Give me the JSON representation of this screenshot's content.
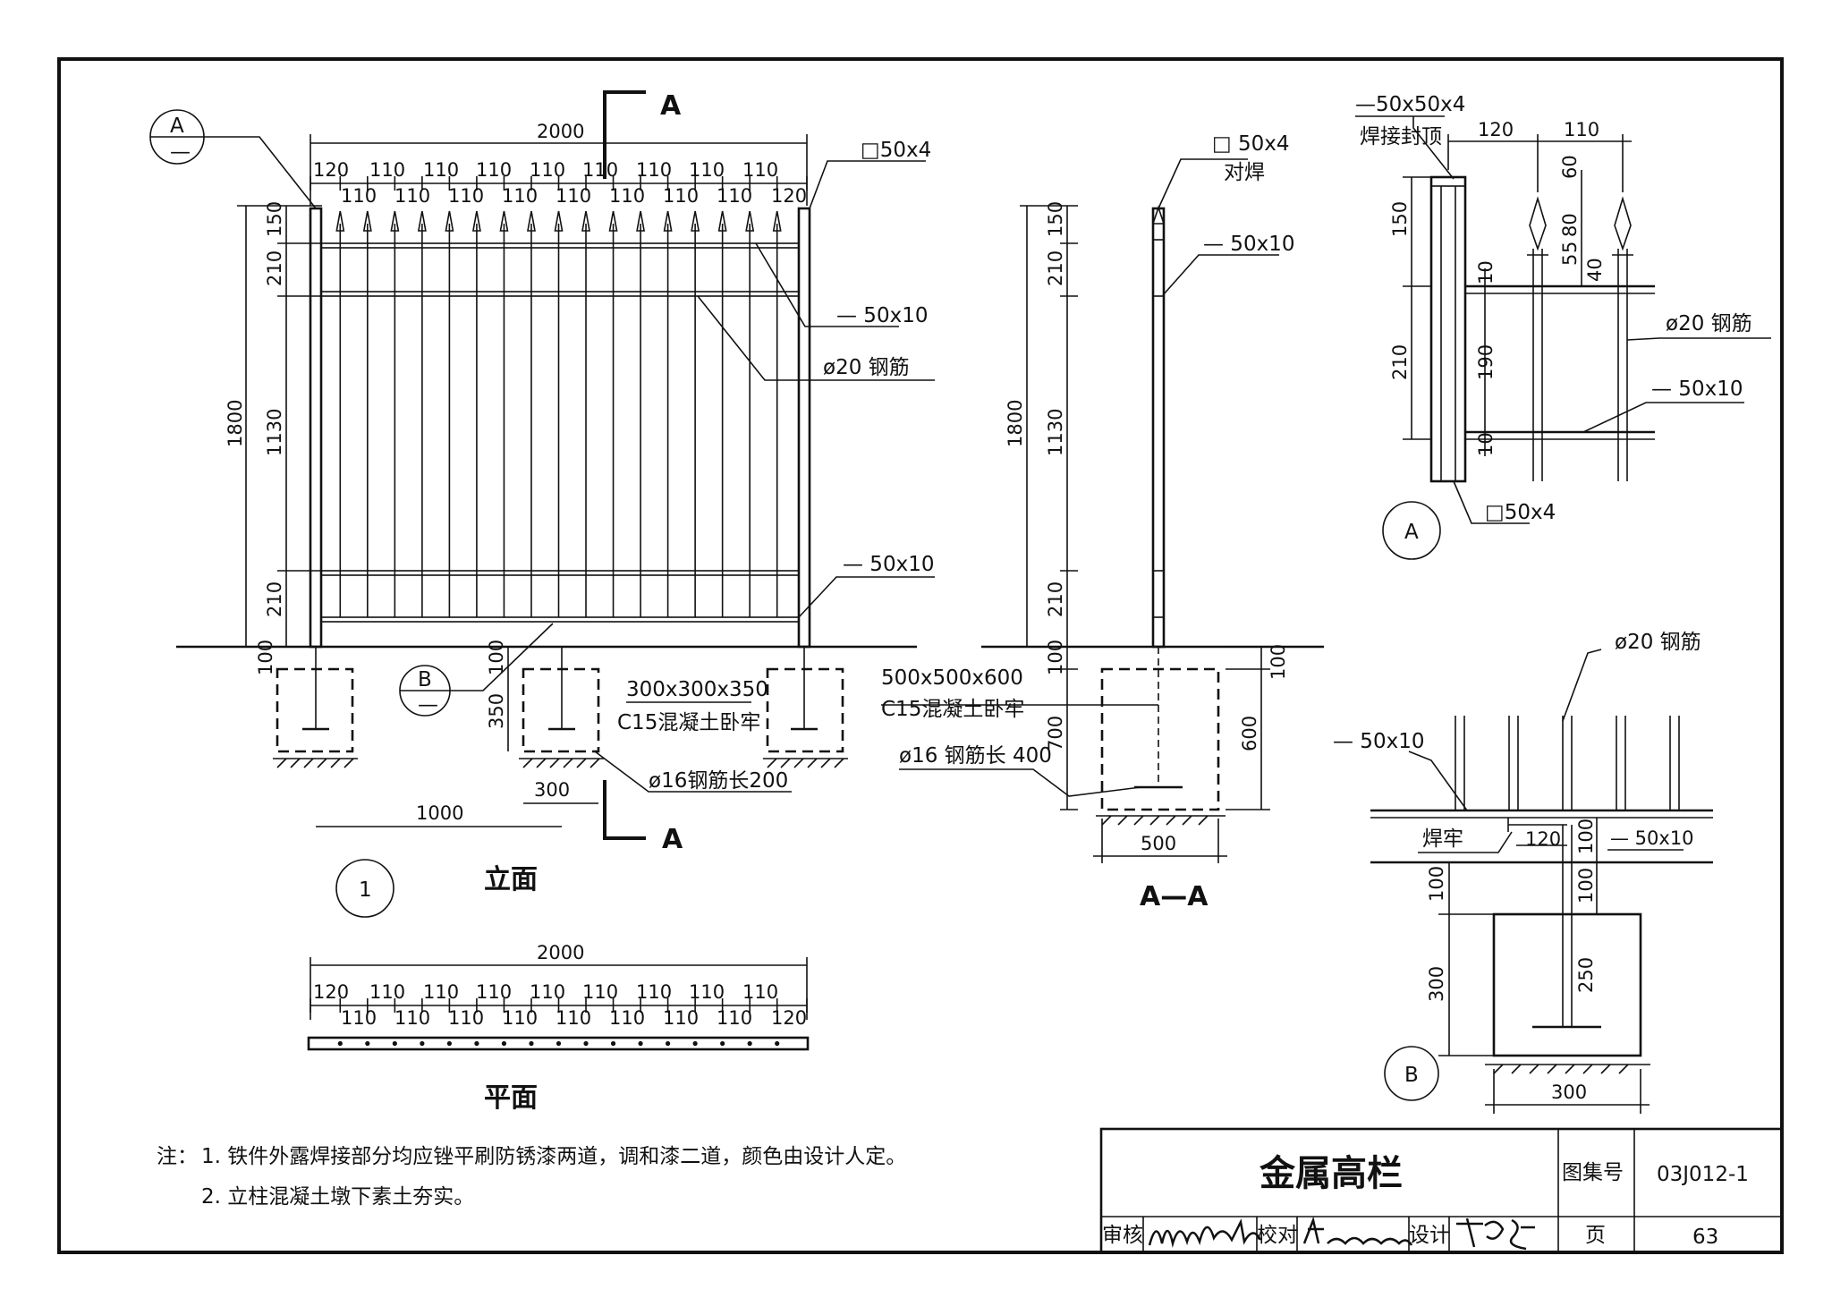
{
  "elevation": {
    "width_total": "2000",
    "spacing_top": [
      "120",
      "110",
      "110",
      "110",
      "110",
      "110",
      "110",
      "110",
      "110",
      "110"
    ],
    "spacing_bottom": [
      "110",
      "110",
      "110",
      "110",
      "110",
      "110",
      "110",
      "110",
      "110",
      "120"
    ],
    "height_total": "1800",
    "dim_150": "150",
    "dim_210_top": "210",
    "dim_1130": "1130",
    "dim_210_bottom": "210",
    "dim_100": "100",
    "dim_350": "350",
    "dim_300": "300",
    "dim_1000": "1000",
    "post_label": "□50x4",
    "flat_bar_top": "— 50x10",
    "rebar_label": "ø20 钢筋",
    "flat_bar_bottom": "— 50x10",
    "footing_size": "300x300x350",
    "footing_material": "C15混凝土卧牢",
    "anchor_bar": "ø16钢筋长200",
    "section_letter": "A",
    "callout_a_top": "A",
    "callout_a_bottom": "—",
    "callout_b_top": "B",
    "callout_b_bottom": "—",
    "number": "1",
    "caption": "立面"
  },
  "plan": {
    "width_total": "2000",
    "spacing_top": [
      "120",
      "110",
      "110",
      "110",
      "110",
      "110",
      "110",
      "110",
      "110",
      "110"
    ],
    "spacing_bottom": [
      "110",
      "110",
      "110",
      "110",
      "110",
      "110",
      "110",
      "110",
      "110",
      "120"
    ],
    "caption": "平面"
  },
  "section_aa": {
    "post_label": "□ 50x4",
    "post_weld": "对焊",
    "flat_bar": "— 50x10",
    "dim_1800": "1800",
    "dim_150": "150",
    "dim_210_top": "210",
    "dim_1130": "1130",
    "dim_210_bottom": "210",
    "dim_100_left": "100",
    "dim_700": "700",
    "dim_100_right": "100",
    "dim_600": "600",
    "dim_500": "500",
    "footing_size": "500x500x600",
    "footing_material": "C15混凝土卧牢",
    "anchor_bar": "ø16 钢筋长 400",
    "caption": "A—A"
  },
  "detail_a": {
    "angle_label": "—50x50x4",
    "angle_note": "焊接封顶",
    "dim_120": "120",
    "dim_110": "110",
    "dim_60": "60",
    "dim_80": "80",
    "dim_5": "5",
    "dim_5b": "5",
    "dim_40": "40",
    "dim_150": "150",
    "dim_210": "210",
    "dim_10_top": "10",
    "dim_190": "190",
    "dim_10_bottom": "10",
    "rebar_label": "ø20 钢筋",
    "flat_bar": "— 50x10",
    "post_label": "□50x4",
    "callout": "A"
  },
  "detail_b": {
    "rebar_label": "ø20 钢筋",
    "flat_bar_left": "— 50x10",
    "weld_note": "焊牢",
    "dim_120": "120",
    "dim_100_a": "100",
    "flat_bar_right": "— 50x10",
    "dim_100_b": "100",
    "dim_100_left": "100",
    "dim_250": "250",
    "dim_300_v": "300",
    "dim_300_h": "300",
    "callout": "B"
  },
  "notes": {
    "prefix": "注：",
    "line1": "1. 铁件外露焊接部分均应锉平刷防锈漆两道，调和漆二道，颜色由设计人定。",
    "line2": "2. 立柱混凝土墩下素土夯实。"
  },
  "title_block": {
    "title": "金属高栏",
    "atlas_label": "图集号",
    "atlas_number": "03J012-1",
    "review_label": "审核",
    "check_label": "校对",
    "design_label": "设计",
    "page_label": "页",
    "page_number": "63"
  }
}
